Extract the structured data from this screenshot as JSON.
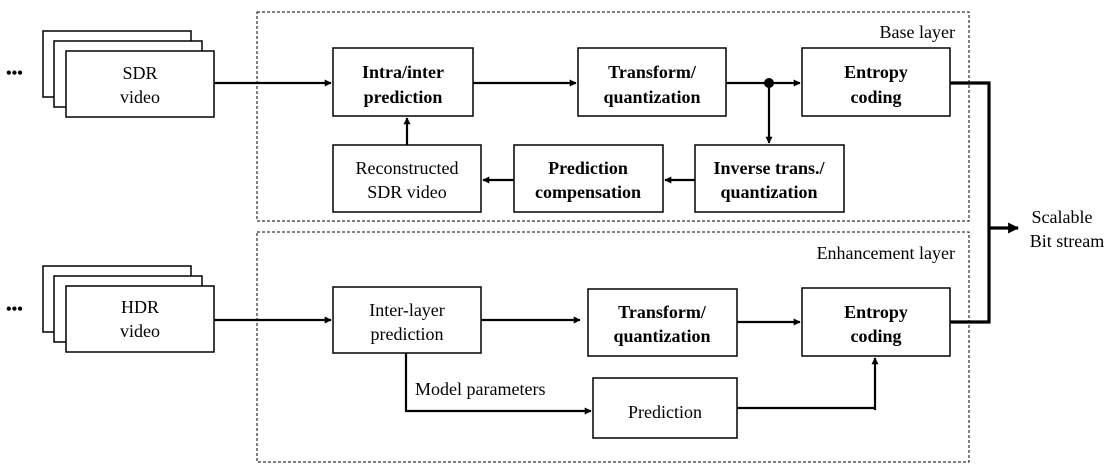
{
  "base_layer": {
    "title": "Base  layer",
    "source": {
      "line1": "SDR",
      "line2": "video"
    },
    "intra_inter": {
      "line1": "Intra/inter",
      "line2": "prediction"
    },
    "transform": {
      "line1": "Transform/",
      "line2": "quantization"
    },
    "entropy": {
      "line1": "Entropy",
      "line2": "coding"
    },
    "reconstructed": {
      "line1": "Reconstructed",
      "line2": "SDR video"
    },
    "pred_comp": {
      "line1": "Prediction",
      "line2": "compensation"
    },
    "inverse": {
      "line1": "Inverse trans./",
      "line2": "quantization"
    }
  },
  "enhancement_layer": {
    "title": "Enhancement  layer",
    "source": {
      "line1": "HDR",
      "line2": "video"
    },
    "inter_layer": {
      "line1": "Inter-layer",
      "line2": "prediction"
    },
    "transform": {
      "line1": "Transform/",
      "line2": "quantization"
    },
    "entropy": {
      "line1": "Entropy",
      "line2": "coding"
    },
    "prediction": "Prediction",
    "model_params": "Model parameters"
  },
  "output": {
    "line1": "Scalable",
    "line2": "Bit stream"
  },
  "ellipsis": "•••"
}
